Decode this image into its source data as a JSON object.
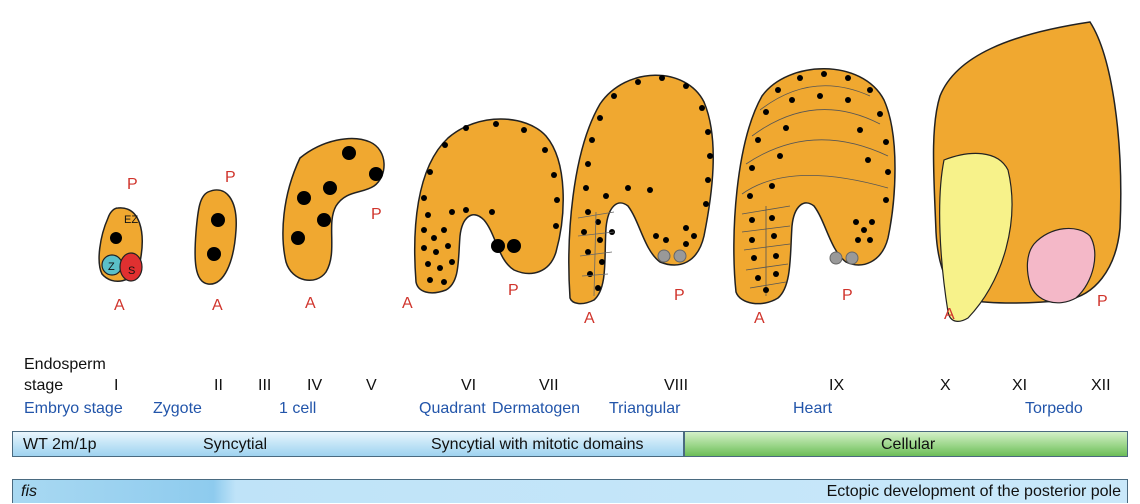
{
  "embryos": {
    "labels": {
      "e1": {
        "p": "P",
        "a": "A",
        "ez": "EZ",
        "z": "Z",
        "s": "S"
      },
      "e2": {
        "p": "P",
        "a": "A"
      },
      "e3": {
        "p": "P",
        "a": "A"
      },
      "e4": {
        "p": "P",
        "a": "A"
      },
      "e5": {
        "p": "P",
        "a": "A"
      },
      "e6": {
        "p": "P",
        "a": "A"
      },
      "e7": {
        "p": "P",
        "a": "A"
      }
    },
    "colors": {
      "endosperm": "#f0a830",
      "outline": "#222222",
      "nucleus": "#000000",
      "zygote": "#5bc0c8",
      "suspensor": "#e03030",
      "torpedo_embryo": "#f7f28a",
      "cyst": "#f4b8c8",
      "grey_nuclei": "#999999",
      "pole_label": "#d0342c"
    }
  },
  "stages": {
    "endosperm_label_line1": "Endosperm",
    "endosperm_label_line2": "stage",
    "roman": [
      "I",
      "II",
      "III",
      "IV",
      "V",
      "VI",
      "VII",
      "VIII",
      "IX",
      "X",
      "XI",
      "XII"
    ],
    "embryo_stage_label": "Embryo stage",
    "embryo": [
      "Zygote",
      "1 cell",
      "Quadrant",
      "Dermatogen",
      "Triangular",
      "Heart",
      "Torpedo"
    ]
  },
  "bars": {
    "wt_genotype": "WT  2m/1p",
    "syncytial": "Syncytial",
    "mitotic": "Syncytial with mitotic domains",
    "cellular": "Cellular",
    "fis": "fis",
    "ectopic": "Ectopic development of the posterior pole"
  }
}
